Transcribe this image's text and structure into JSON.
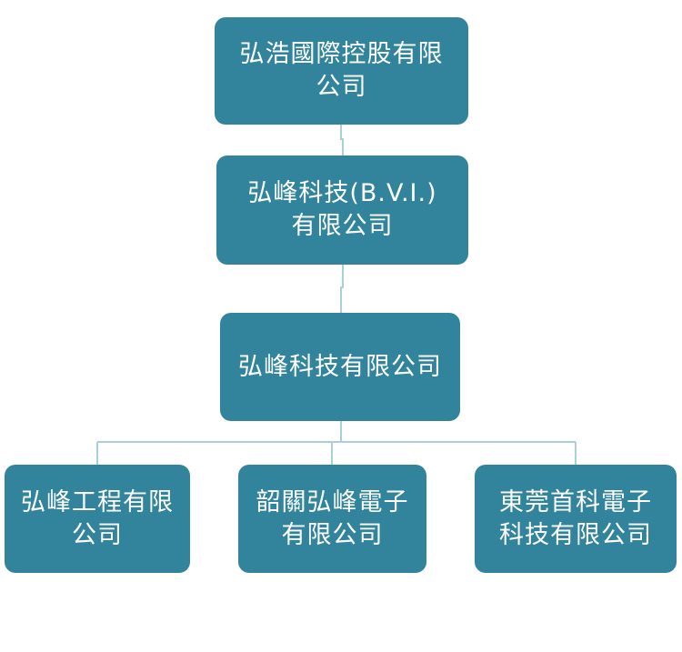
{
  "colors": {
    "box_fill": "#31849b",
    "connector": "#a9cfdb",
    "text": "#ffffff",
    "background": "#ffffff"
  },
  "org_chart": {
    "level1": {
      "label": "弘浩國際控股有限公司"
    },
    "level2": {
      "label": "弘峰科技(B.V.I.) 有限公司"
    },
    "level3": {
      "label": "弘峰科技有限公司"
    },
    "subsidiaries": [
      {
        "label": "弘峰工程有限公司"
      },
      {
        "label": "韶關弘峰電子有限公司"
      },
      {
        "label": "東莞首科電子科技有限公司"
      }
    ]
  }
}
